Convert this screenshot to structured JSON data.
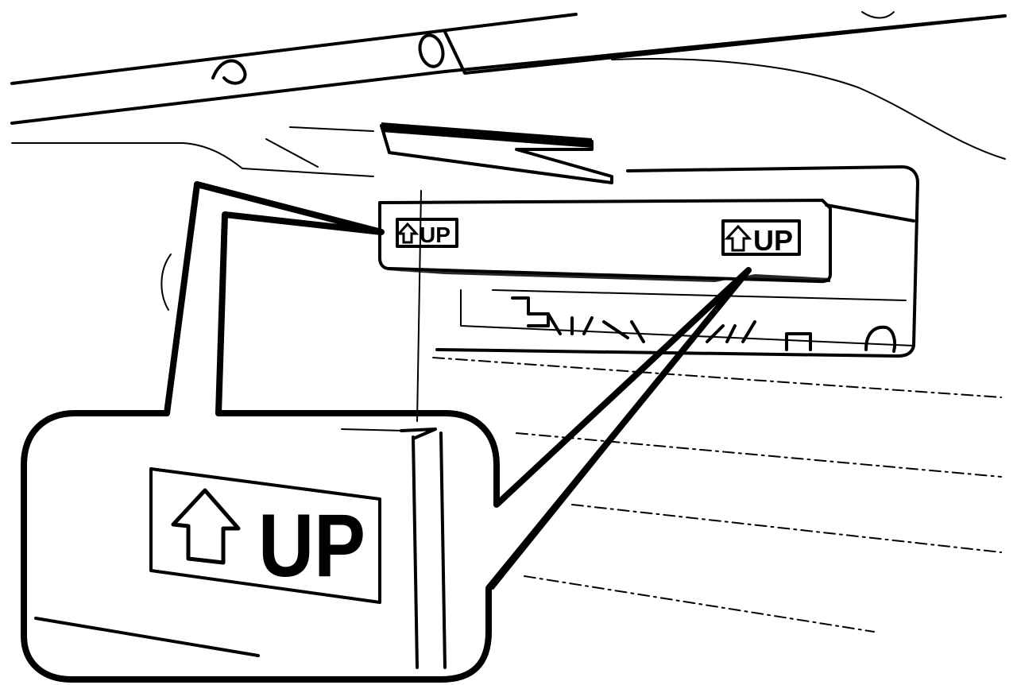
{
  "labels": {
    "left_label": "UP",
    "right_label": "UP",
    "callout_label": "UP"
  },
  "icons": {
    "label_arrow": "up-arrow-icon"
  },
  "colors": {
    "ink": "#000000",
    "paper": "#ffffff"
  }
}
